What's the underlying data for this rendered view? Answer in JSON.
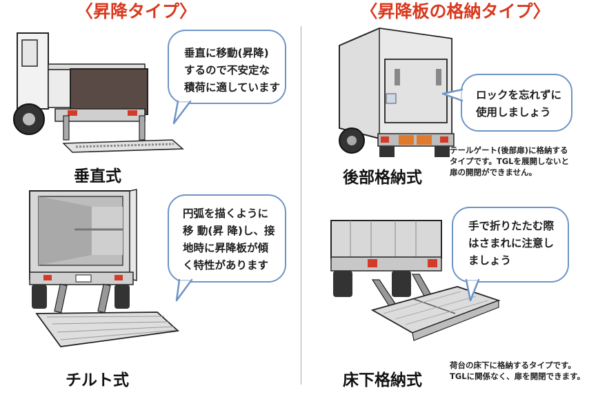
{
  "headings": {
    "left": "〈昇降タイプ〉",
    "right": "〈昇降板の格納タイプ〉"
  },
  "sections": {
    "vertical": {
      "label": "垂直式",
      "bubble": [
        "垂直に移動(昇降)",
        "するので不安定な",
        "積荷に適しています"
      ]
    },
    "tilt": {
      "label": "チルト式",
      "bubble": [
        "円弧を描くように",
        "移 動(昇 降)し、接",
        "地時に昇降板が傾",
        "く特性があります"
      ]
    },
    "rear_storage": {
      "label": "後部格納式",
      "bubble": [
        "ロックを忘れずに",
        "使用しましょう"
      ],
      "description": [
        "テールゲート(後部扉)に格納する",
        "タイプです。TGLを展開しないと",
        "扉の開閉ができません。"
      ]
    },
    "under_floor_storage": {
      "label": "床下格納式",
      "bubble": [
        "手で折りたたむ際",
        "はさまれに注意し",
        "ましょう"
      ],
      "description": [
        "荷台の床下に格納するタイプです。",
        "TGLに関係なく、扉を開閉できます。"
      ]
    }
  },
  "colors": {
    "heading": "#d9381e",
    "bubble_border": "#6d93c6",
    "divider": "#9aa7b3"
  }
}
